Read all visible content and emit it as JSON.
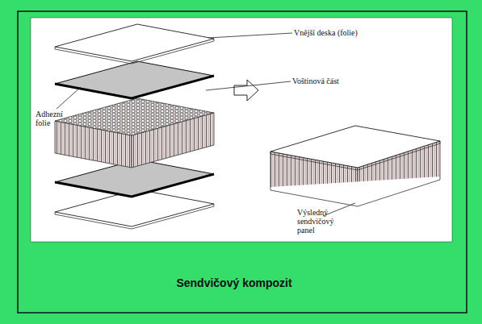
{
  "diagram": {
    "title": "Sendvičový kompozit",
    "labels": [
      "Vnější deska (folie)",
      "Voštinová část",
      "Adhezní folie",
      "Výsledný sendvičový panel"
    ]
  }
}
